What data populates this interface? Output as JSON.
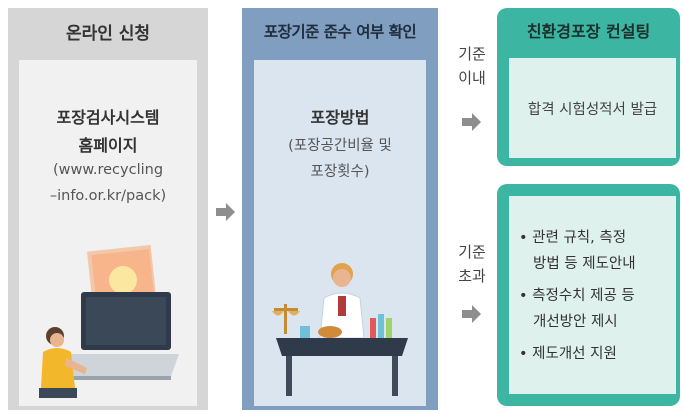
{
  "step1": {
    "header": "온라인 신청",
    "title_line1": "포장검사시스템",
    "title_line2": "홈페이지",
    "url_line1": "(www.recycling",
    "url_line2": "–info.or.kr/pack)"
  },
  "step2": {
    "header": "포장기준 준수 여부 확인",
    "title": "포장방법",
    "detail_line1": "(포장공간비율 및",
    "detail_line2": "포장횟수)"
  },
  "branch_pass": {
    "label_line1": "기준",
    "label_line2": "이내"
  },
  "branch_fail": {
    "label_line1": "기준",
    "label_line2": "초과"
  },
  "result_pass": {
    "header": "친환경포장 컨설팅",
    "text": "합격 시험성적서 발급"
  },
  "result_fail": {
    "bullets": [
      {
        "line1": "• 관련 규칙, 측정",
        "line2": "방법 등 제도안내"
      },
      {
        "line1": "• 측정수치 제공 등",
        "line2": "개선방안 제시"
      },
      {
        "line1": "• 제도개선 지원",
        "line2": ""
      }
    ]
  },
  "colors": {
    "step1_frame": "#d6d6d6",
    "step2_frame": "#7f9ec0",
    "result_frame": "#3cb5a2",
    "arrow": "#8e8e8e"
  }
}
